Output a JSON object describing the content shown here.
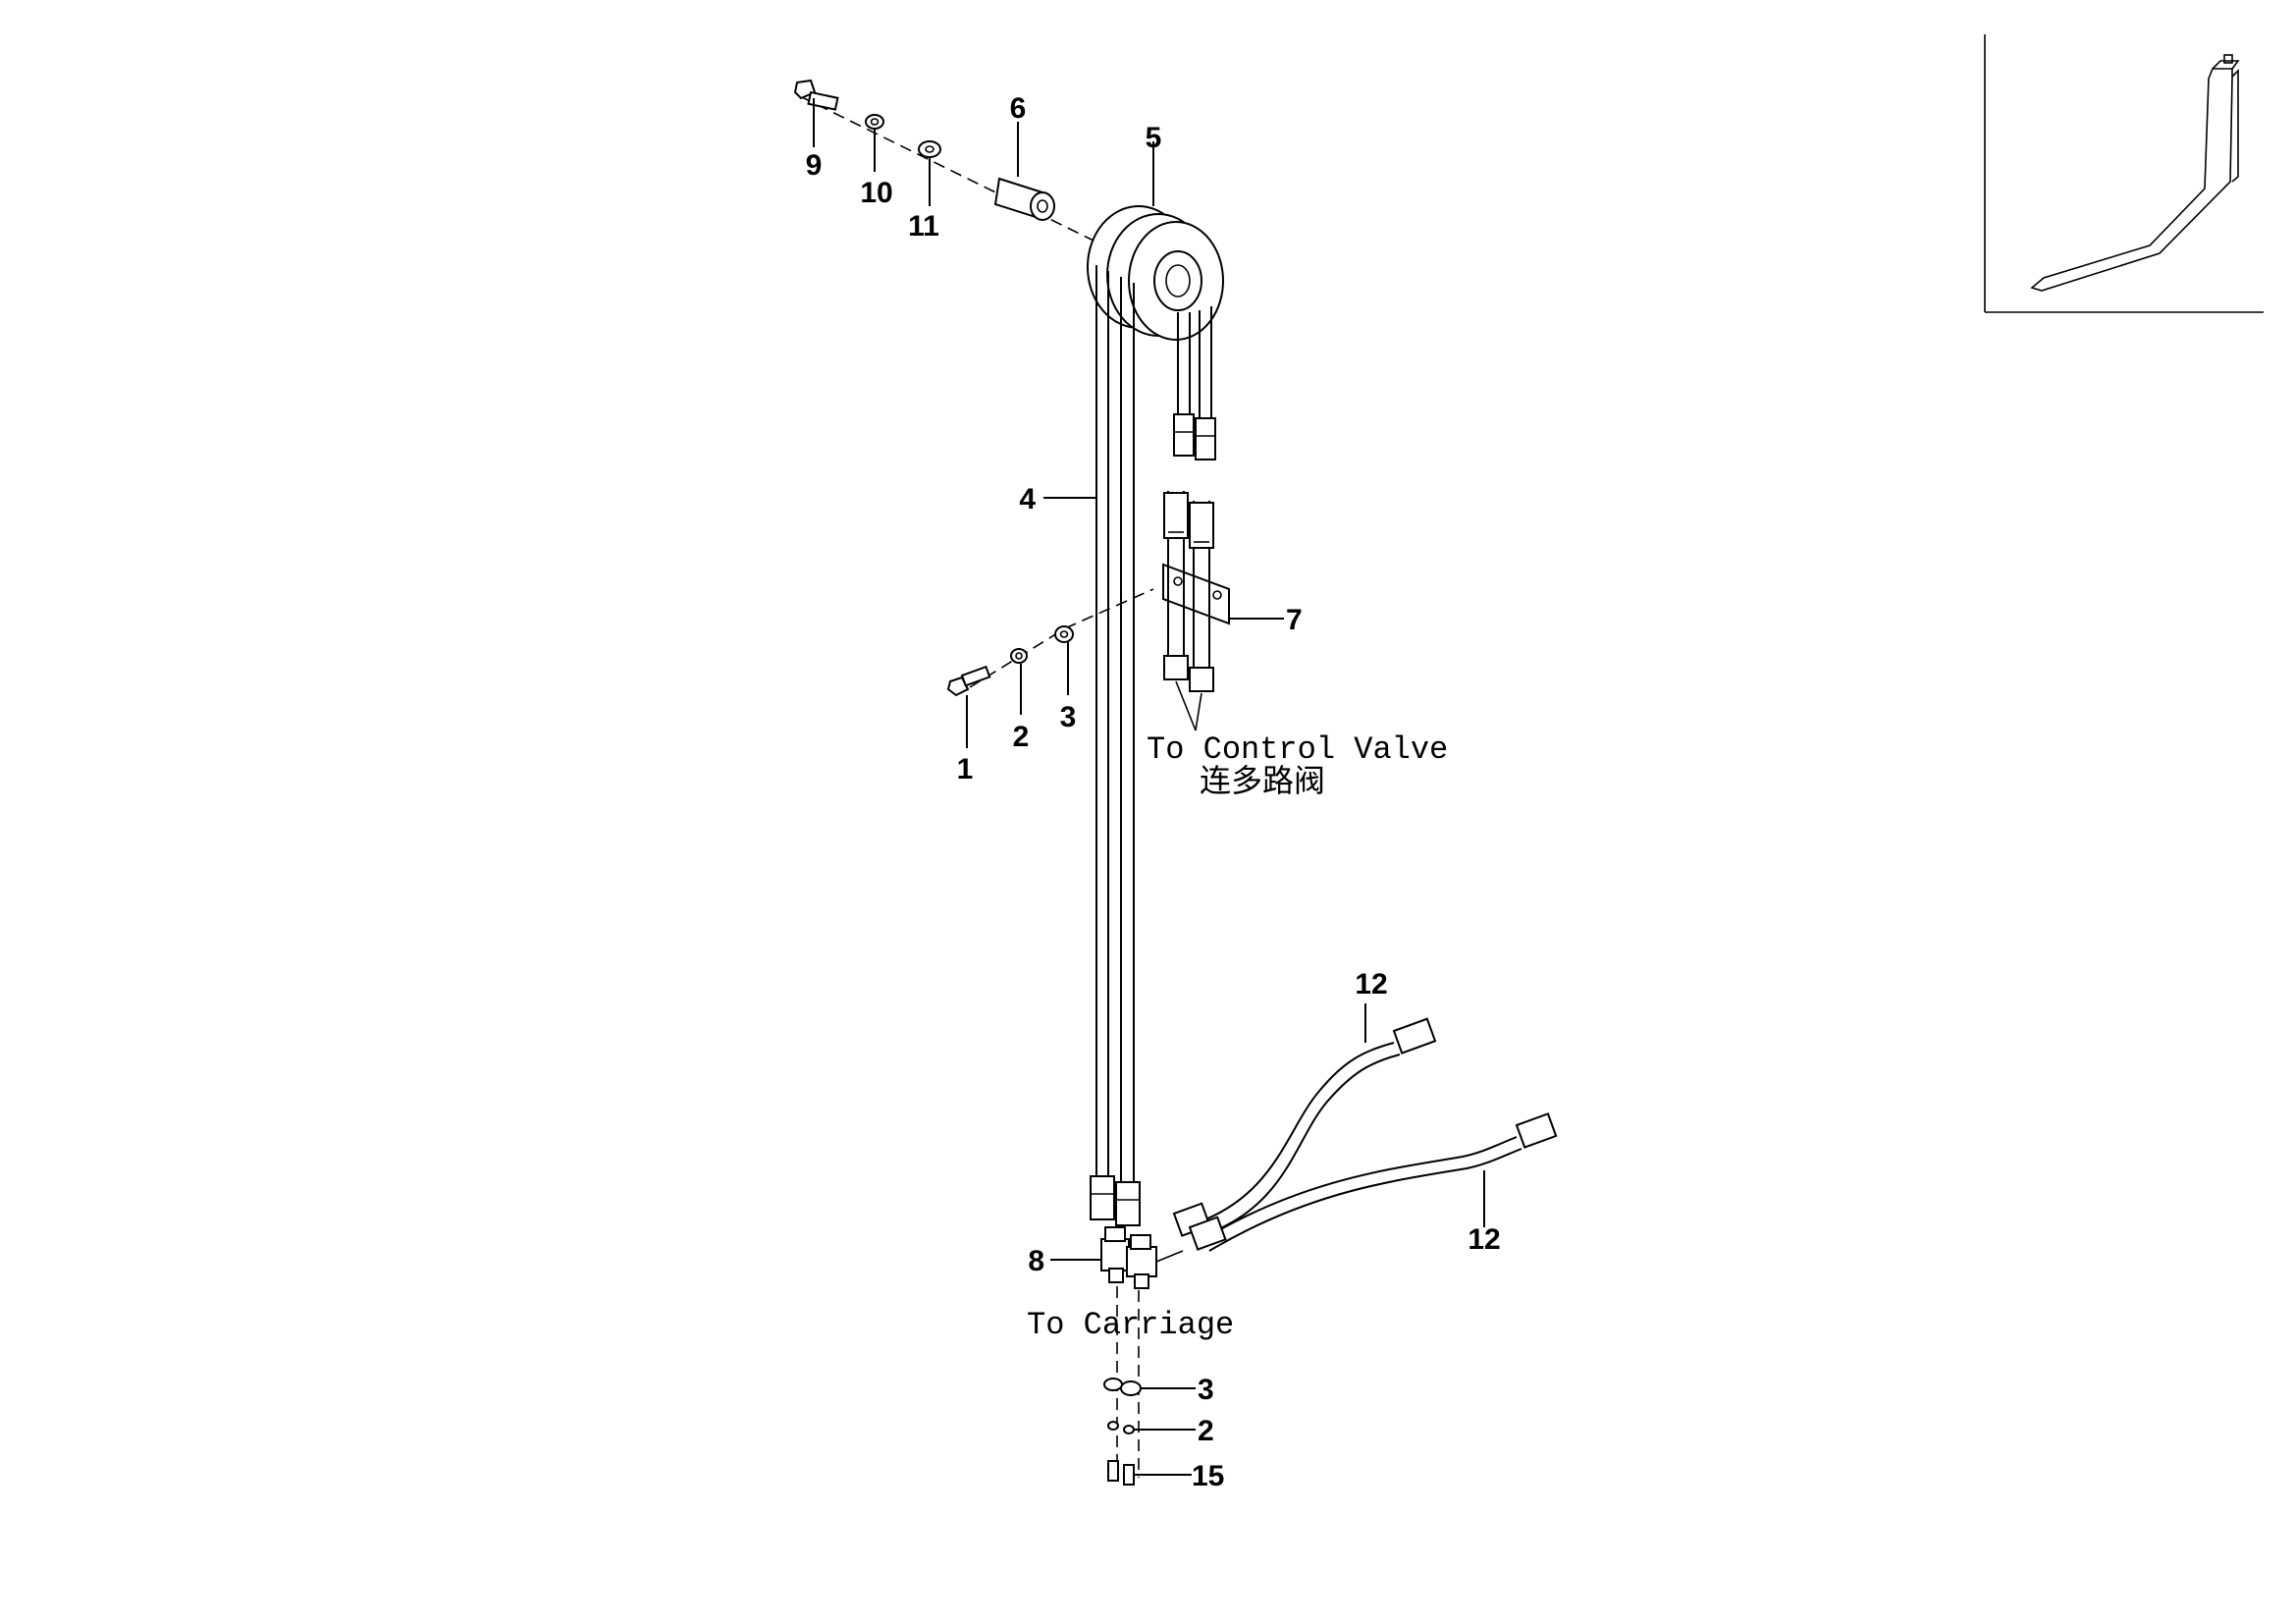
{
  "callouts": {
    "c1": "1",
    "c2": "2",
    "c3": "3",
    "c4": "4",
    "c5": "5",
    "c6": "6",
    "c7": "7",
    "c8": "8",
    "c9": "9",
    "c10": "10",
    "c11": "11",
    "c12a": "12",
    "c12b": "12",
    "c3b": "3",
    "c2b": "2",
    "c15": "15"
  },
  "notes": {
    "control_valve_en": "To Control Valve",
    "control_valve_cn": "连多路阀",
    "carriage_en": "To Carriage"
  }
}
